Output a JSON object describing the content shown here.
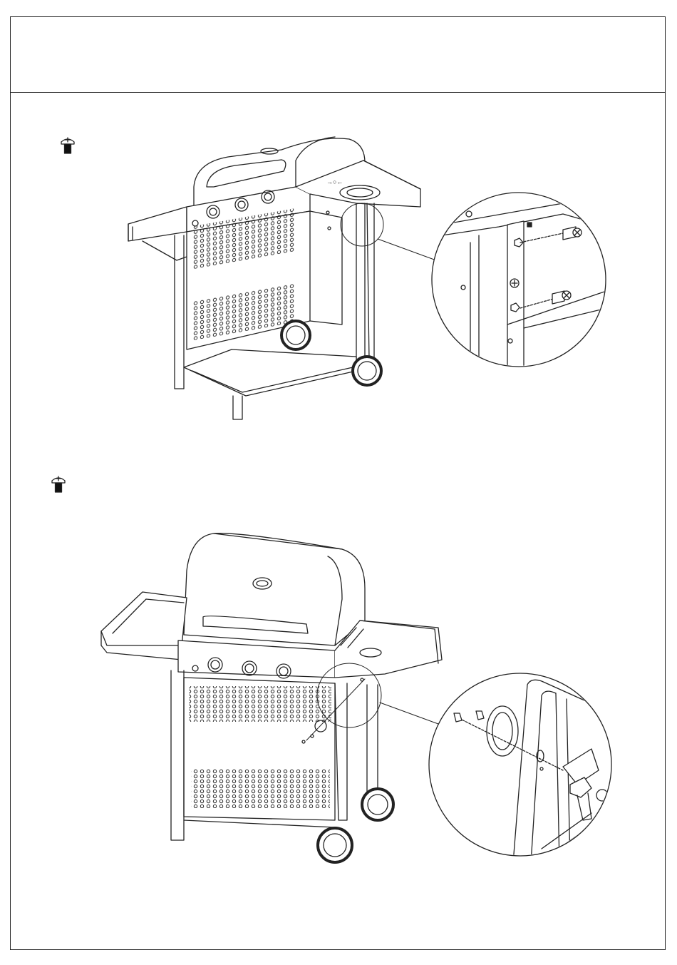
{
  "header": {
    "title": ""
  },
  "steps": [
    {
      "id": "step-1",
      "screw_icon": "screw-icon",
      "detail_icon": "magnifier-callout"
    },
    {
      "id": "step-2",
      "screw_icon": "screw-icon",
      "detail_icon": "magnifier-callout"
    }
  ],
  "colors": {
    "line": "#222222",
    "background": "#ffffff"
  }
}
